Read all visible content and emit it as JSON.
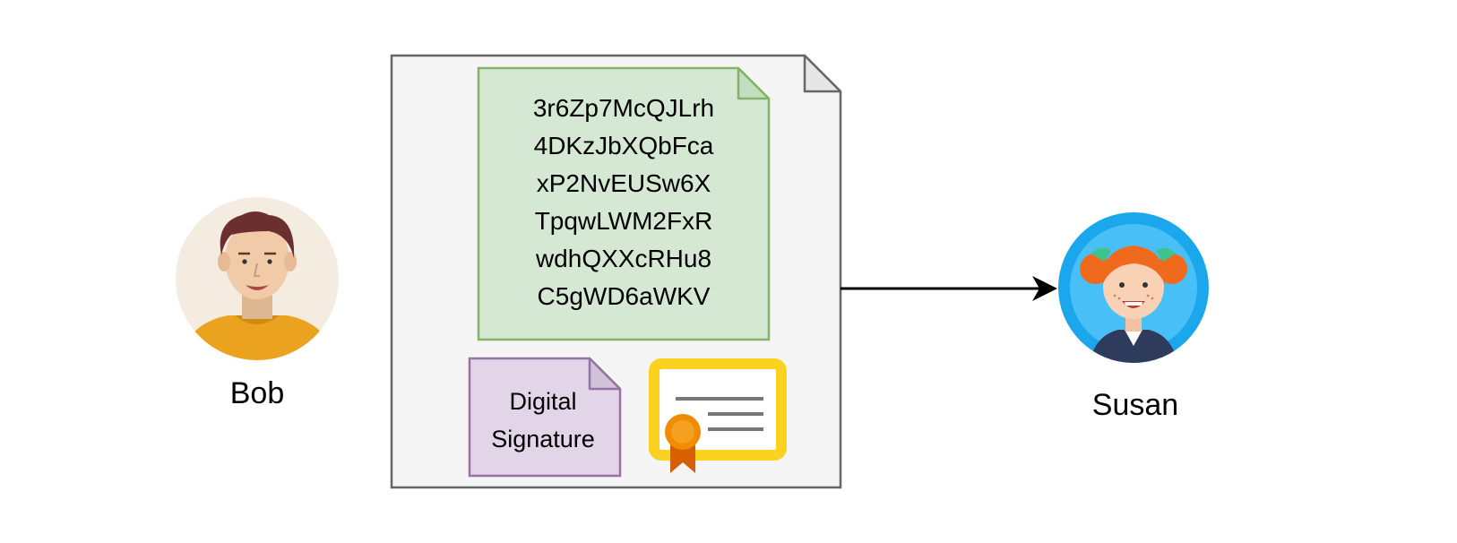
{
  "sender": {
    "name": "Bob"
  },
  "recipient": {
    "name": "Susan"
  },
  "document": {
    "data_lines": [
      "3r6Zp7McQJLrh",
      "4DKzJbXQbFca",
      "xP2NvEUSw6X",
      "TpqwLWM2FxR",
      "wdhQXXcRHu8",
      "C5gWD6aWKV"
    ],
    "signature_label_line1": "Digital",
    "signature_label_line2": "Signature"
  },
  "colors": {
    "document_fill": "#f5f5f5",
    "document_stroke": "#666666",
    "data_fill": "#d5e8d4",
    "data_stroke": "#82b366",
    "signature_fill": "#e1d5e7",
    "signature_stroke": "#9673a6",
    "certificate_border": "#fbd21f",
    "ribbon": "#f08c00",
    "arrow": "#000000"
  },
  "icons": {
    "sender_avatar": "man-avatar-icon",
    "recipient_avatar": "girl-avatar-icon",
    "certificate": "certificate-icon"
  }
}
